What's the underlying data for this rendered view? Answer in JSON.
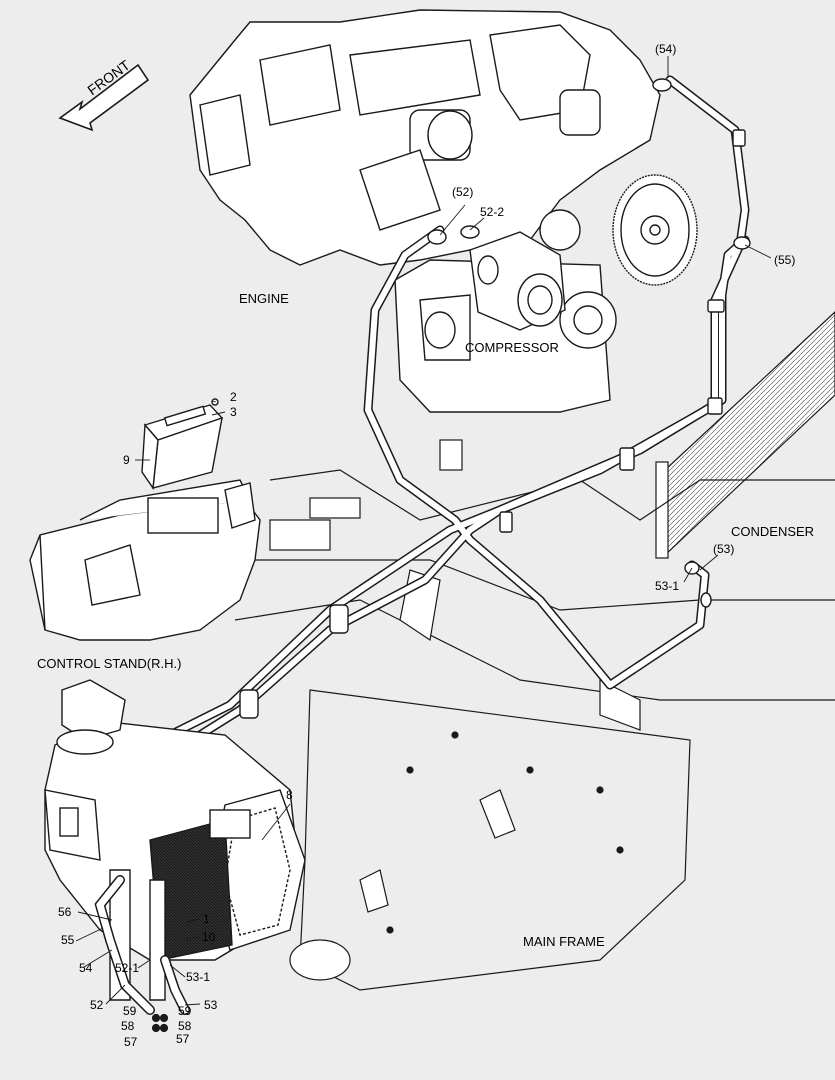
{
  "direction": {
    "front": "FRONT"
  },
  "sections": {
    "engine": "ENGINE",
    "compressor": "COMPRESSOR",
    "condenser": "CONDENSER",
    "control_stand": "CONTROL STAND(R.H.)",
    "main_frame": "MAIN FRAME"
  },
  "callouts": {
    "c54": "(54)",
    "c52": "(52)",
    "c52_2": "52-2",
    "c55": "(55)",
    "c53": "(53)",
    "c53_1_right": "53-1",
    "c2": "2",
    "c3": "3",
    "c9": "9",
    "c8": "8",
    "c1": "1",
    "c10": "10",
    "c56": "56",
    "c55_lower": "55",
    "c54_lower": "54",
    "c52_1": "52-1",
    "c53_1_lower": "53-1",
    "c52_lower": "52",
    "c53_lower": "53",
    "c59_left": "59",
    "c58_left": "58",
    "c57_left": "57",
    "c59_right": "59",
    "c58_right": "58",
    "c57_right": "57"
  },
  "colors": {
    "background": "#ededed",
    "line": "#1a1a1a",
    "hose_fill": "#ffffff"
  }
}
